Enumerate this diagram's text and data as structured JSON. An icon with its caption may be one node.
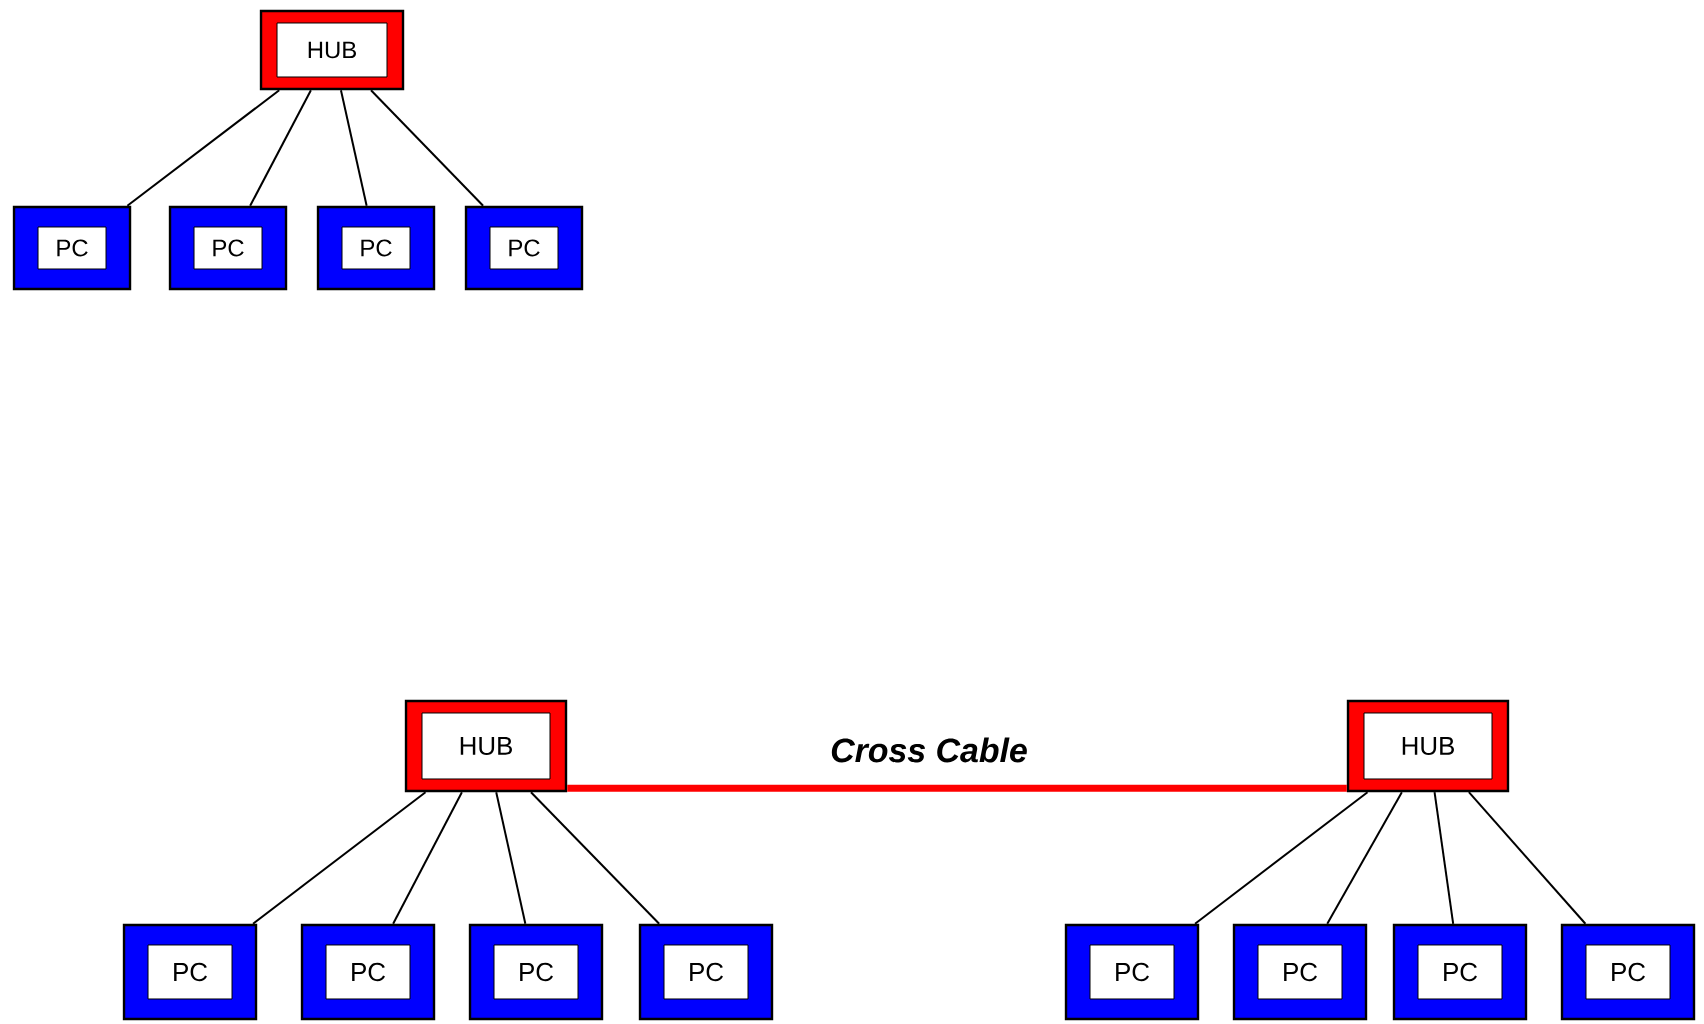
{
  "diagram": {
    "nodes": [
      {
        "text": [
          "HUB"
        ]
      },
      {
        "text": [
          "PC"
        ]
      },
      {
        "text": [
          "PC"
        ]
      },
      {
        "text": [
          "PC"
        ]
      },
      {
        "text": [
          "PC"
        ]
      },
      {
        "text": [
          "HUB"
        ]
      },
      {
        "text": [
          "HUB"
        ]
      },
      {
        "text": [
          "PC"
        ]
      },
      {
        "text": [
          "PC"
        ]
      },
      {
        "text": [
          "PC"
        ]
      },
      {
        "text": [
          "PC"
        ]
      },
      {
        "text": [
          "PC"
        ]
      },
      {
        "text": [
          "PC"
        ]
      },
      {
        "text": [
          "PC"
        ]
      },
      {
        "text": [
          "PC"
        ]
      }
    ],
    "edges": [
      {
        "from": 0,
        "to": 1,
        "arrow": "none"
      },
      {
        "from": 0,
        "to": 2,
        "arrow": "none"
      },
      {
        "from": 0,
        "to": 3,
        "arrow": "none"
      },
      {
        "from": 0,
        "to": 4,
        "arrow": "none"
      },
      {
        "from": 5,
        "to": 7,
        "arrow": "none"
      },
      {
        "from": 5,
        "to": 8,
        "arrow": "none"
      },
      {
        "from": 5,
        "to": 9,
        "arrow": "none"
      },
      {
        "from": 5,
        "to": 10,
        "arrow": "none"
      },
      {
        "from": 6,
        "to": 11,
        "arrow": "none"
      },
      {
        "from": 6,
        "to": 12,
        "arrow": "none"
      },
      {
        "from": 6,
        "to": 13,
        "arrow": "none"
      },
      {
        "from": 6,
        "to": 14,
        "arrow": "none"
      },
      {
        "from": 5,
        "to": 6,
        "arrow": "none",
        "label": "Cross Cable",
        "style": "thick",
        "color": "#ff0000"
      }
    ]
  }
}
